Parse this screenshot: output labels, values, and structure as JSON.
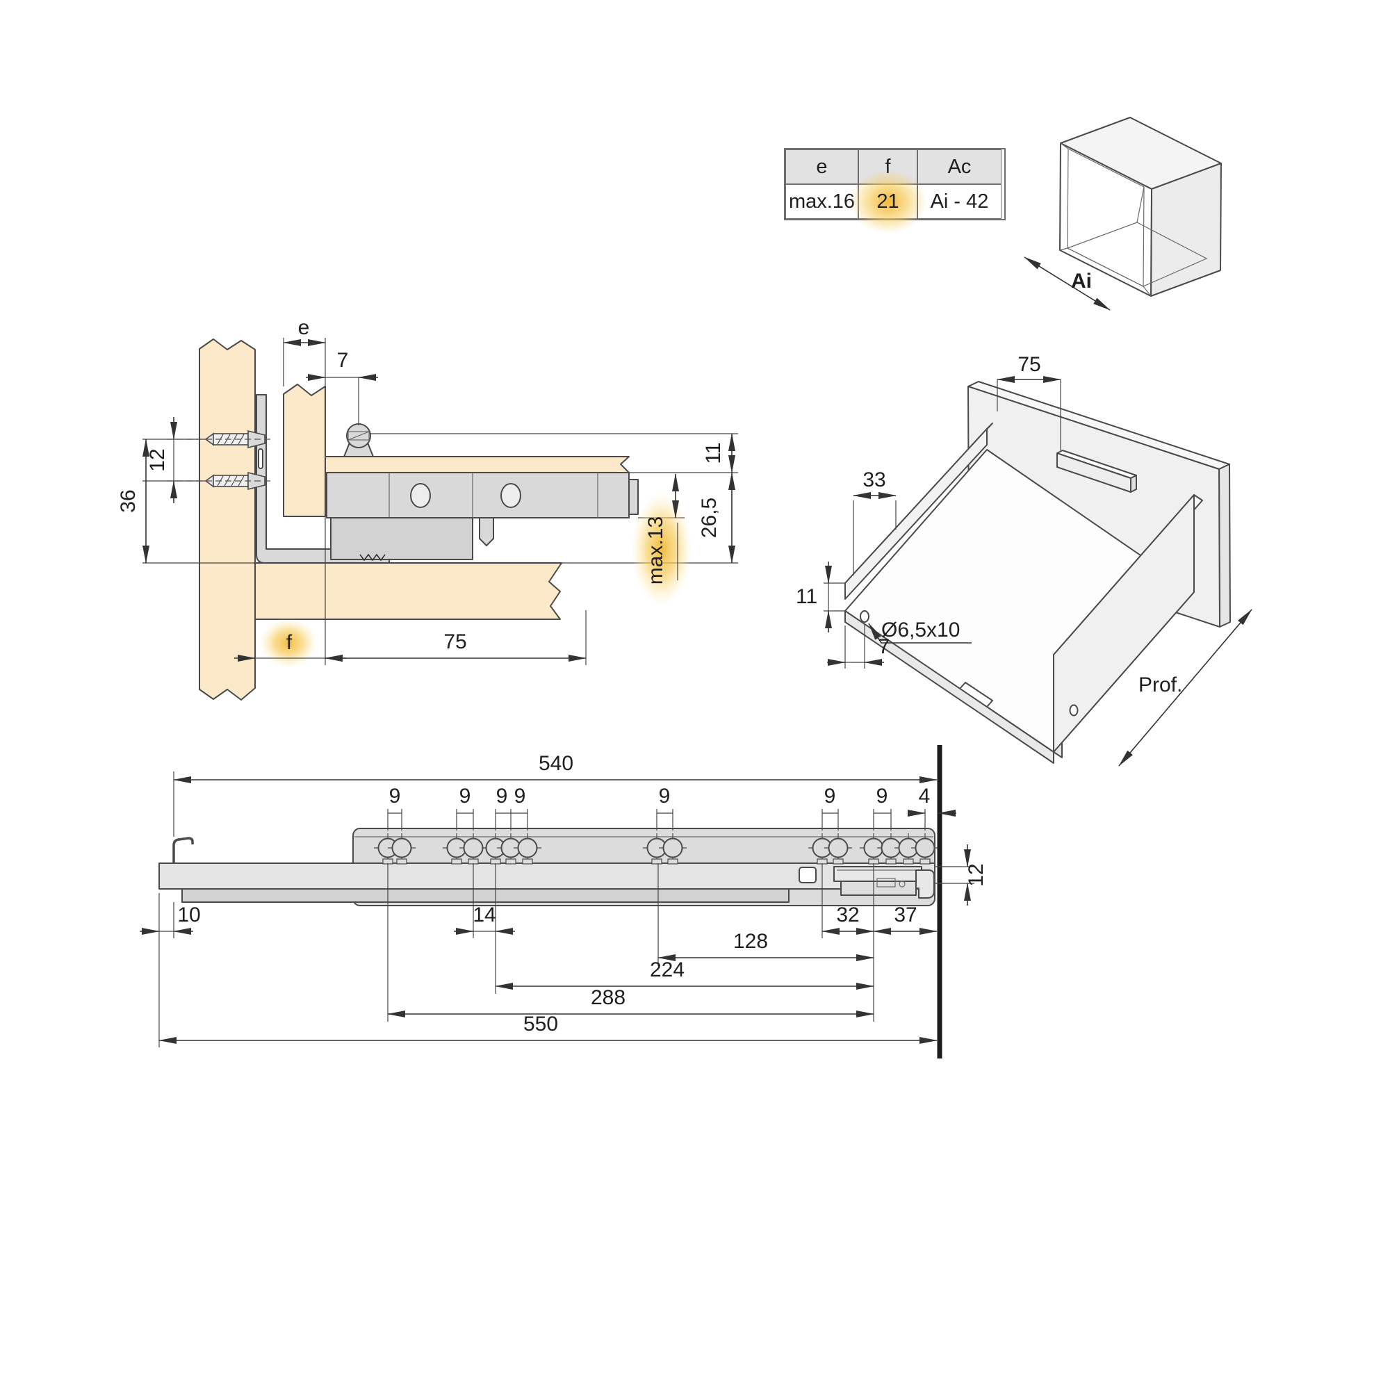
{
  "table": {
    "headers": [
      "e",
      "f",
      "Ac"
    ],
    "values": [
      "max.16",
      "21",
      "Ai - 42"
    ]
  },
  "cabinet_iso": {
    "width_label": "Ai"
  },
  "cross_section": {
    "panel_thickness_e": "e",
    "screw_offset_7": "7",
    "screw_spacing_12": "12",
    "bracket_height_36": "36",
    "top_clearance_11": "11",
    "slide_height_265": "26,5",
    "max_overhang": "max.13",
    "front_gap_f": "f",
    "slide_depth_75": "75"
  },
  "drawer_iso": {
    "rear_offset_75": "75",
    "side_offset_33": "33",
    "edge_height_11": "11",
    "hole_label": "Ø6,5x10",
    "hole_offset_7": "7",
    "depth_label": "Prof."
  },
  "side_view": {
    "length_540": "540",
    "hole_pitch_9": "9",
    "end_gap_4": "4",
    "bracket_height_12": "12",
    "front_offset_10": "10",
    "pitch_14": "14",
    "rear_32": "32",
    "rear_37": "37",
    "chain_128": "128",
    "chain_224": "224",
    "chain_288": "288",
    "length_550": "550"
  },
  "colors": {
    "wood": "#fbe9c9",
    "metal": "#dcdcdc",
    "outline": "#4a4a4a",
    "highlight": "#f2b734",
    "table_header": "#e2e2e2"
  }
}
